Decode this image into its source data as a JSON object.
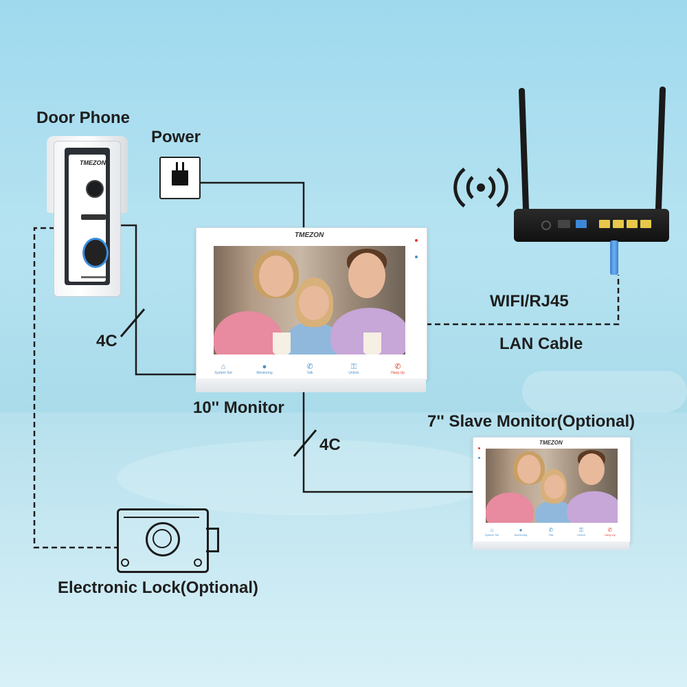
{
  "labels": {
    "door_phone": "Door Phone",
    "power": "Power",
    "wifi_rj45": "WIFI/RJ45",
    "lan_cable": "LAN Cable",
    "four_c_left": "4C",
    "four_c_center": "4C",
    "main_monitor": "10'' Monitor",
    "slave_monitor": "7'' Slave Monitor(Optional)",
    "electronic_lock": "Electronic Lock(Optional)"
  },
  "brand": "TMEZON",
  "monitor_buttons": [
    "System Set",
    "Monitoring",
    "Talk",
    "Unlock",
    "Hang Up"
  ],
  "colors": {
    "wire": "#1b1b1b",
    "button_blue": "#4a90c8",
    "hangup_red": "#e23a2e",
    "router_port_yellow": "#e7c84a",
    "router_port_blue": "#3e86d6"
  },
  "icons": [
    "doorbell-icon",
    "power-plug-icon",
    "router-icon",
    "wifi-signal-icon",
    "lock-icon"
  ]
}
